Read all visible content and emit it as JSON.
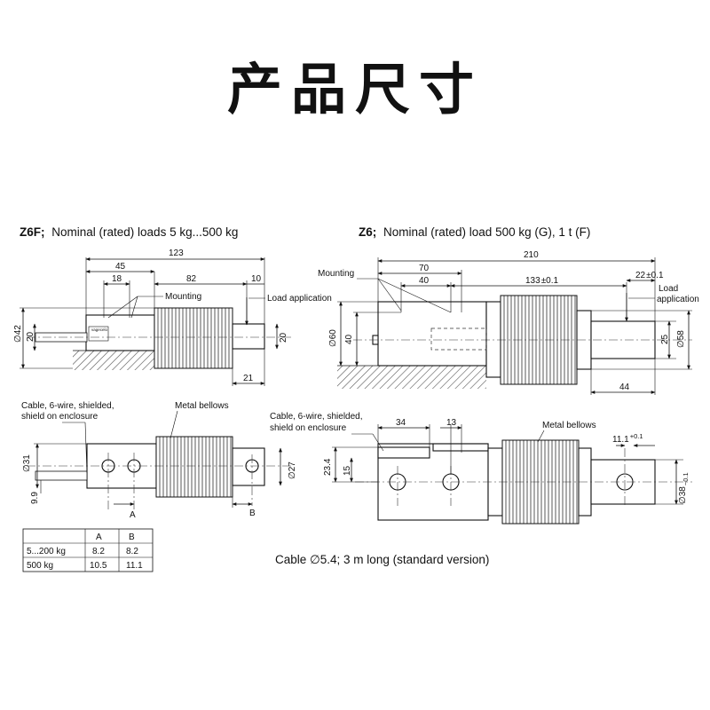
{
  "title": "产品尺寸",
  "left_model": {
    "model": "Z6F;",
    "heading_rest": "Nominal (rated) loads 5 kg...500 kg",
    "dims": {
      "d123": "123",
      "d45": "45",
      "d18": "18",
      "d82": "82",
      "d10": "10",
      "d21": "21",
      "d42": "∅42",
      "d20a": "20",
      "d20b": "20",
      "d31": "∅31",
      "d27": "∅27",
      "d9_9": "9.9",
      "A": "A",
      "B": "B"
    },
    "labels": {
      "mounting": "Mounting",
      "load_application": "Load application",
      "cable": "Cable, 6-wire, shielded,",
      "cable2": "shield on enclosure",
      "bellows": "Metal bellows",
      "brand": "vagecelo"
    },
    "table": {
      "headers": [
        "",
        "A",
        "B"
      ],
      "rows": [
        [
          "5...200 kg",
          "8.2",
          "8.2"
        ],
        [
          "500 kg",
          "10.5",
          "11.1"
        ]
      ]
    }
  },
  "right_model": {
    "model": "Z6;",
    "heading_rest": "Nominal (rated) load 500 kg (G), 1 t (F)",
    "dims": {
      "d210": "210",
      "d70": "70",
      "d40": "40",
      "d133": "133",
      "d133tol": "±0.1",
      "d22": "22",
      "d22tol": "±0.1",
      "d60": "∅60",
      "d40v": "40",
      "d25": "25",
      "d58": "∅58",
      "d44": "44",
      "d34": "34",
      "d13": "13",
      "d23_4": "23.4",
      "d15": "15",
      "d11_1": "11.1",
      "d11_1tol": "+0.1",
      "d38": "∅38",
      "d38tol": "−0.1"
    },
    "labels": {
      "mounting": "Mounting",
      "load": "Load",
      "application": "application",
      "cable": "Cable, 6-wire, shielded,",
      "cable2": "shield on enclosure",
      "bellows": "Metal bellows"
    }
  },
  "cable_note": "Cable ∅5.4; 3 m long (standard version)"
}
